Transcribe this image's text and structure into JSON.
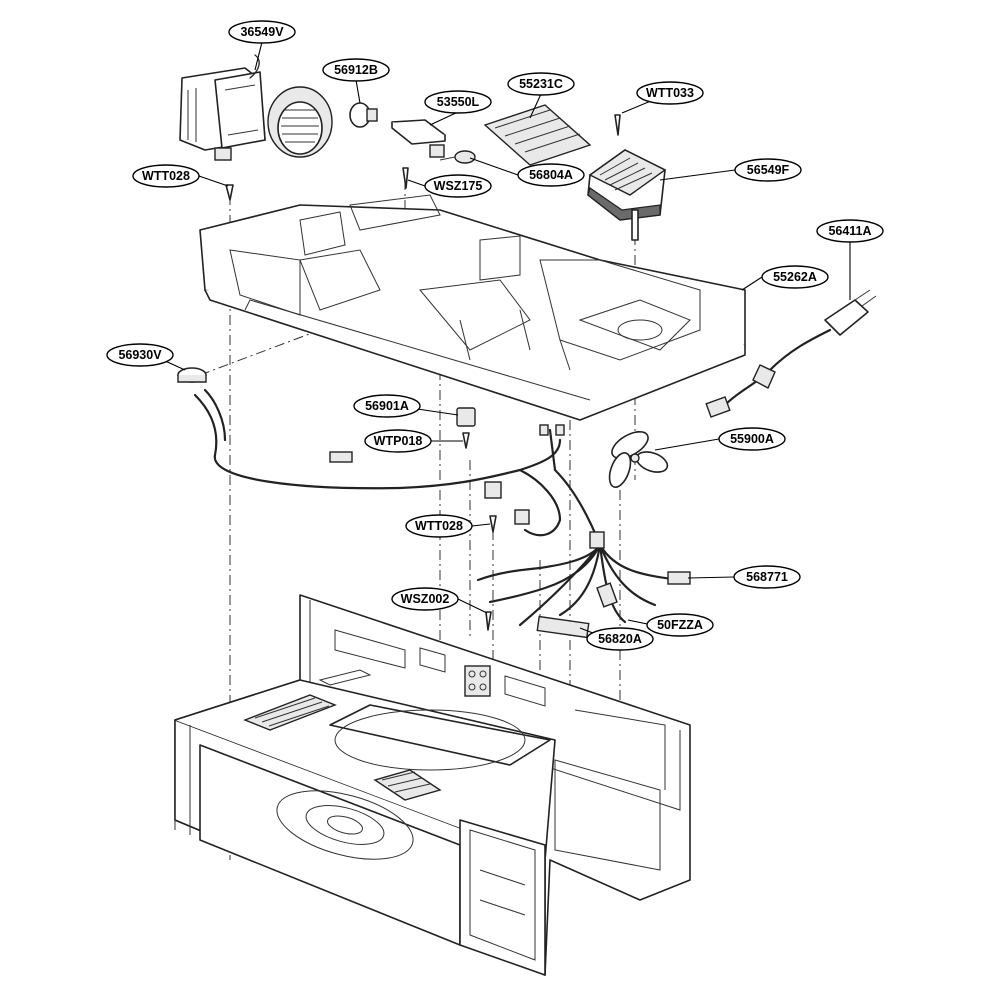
{
  "callouts": [
    {
      "id": "36549V"
    },
    {
      "id": "56912B"
    },
    {
      "id": "55231C"
    },
    {
      "id": "WTT033"
    },
    {
      "id": "53550L"
    },
    {
      "id": "WTT028"
    },
    {
      "id": "WSZ175"
    },
    {
      "id": "56804A"
    },
    {
      "id": "56549F"
    },
    {
      "id": "56411A"
    },
    {
      "id": "55262A"
    },
    {
      "id": "56930V"
    },
    {
      "id": "56901A"
    },
    {
      "id": "WTP018"
    },
    {
      "id": "55900A"
    },
    {
      "id": "WTT028"
    },
    {
      "id": "568771"
    },
    {
      "id": "WSZ002"
    },
    {
      "id": "50FZZA"
    },
    {
      "id": "56820A"
    }
  ]
}
